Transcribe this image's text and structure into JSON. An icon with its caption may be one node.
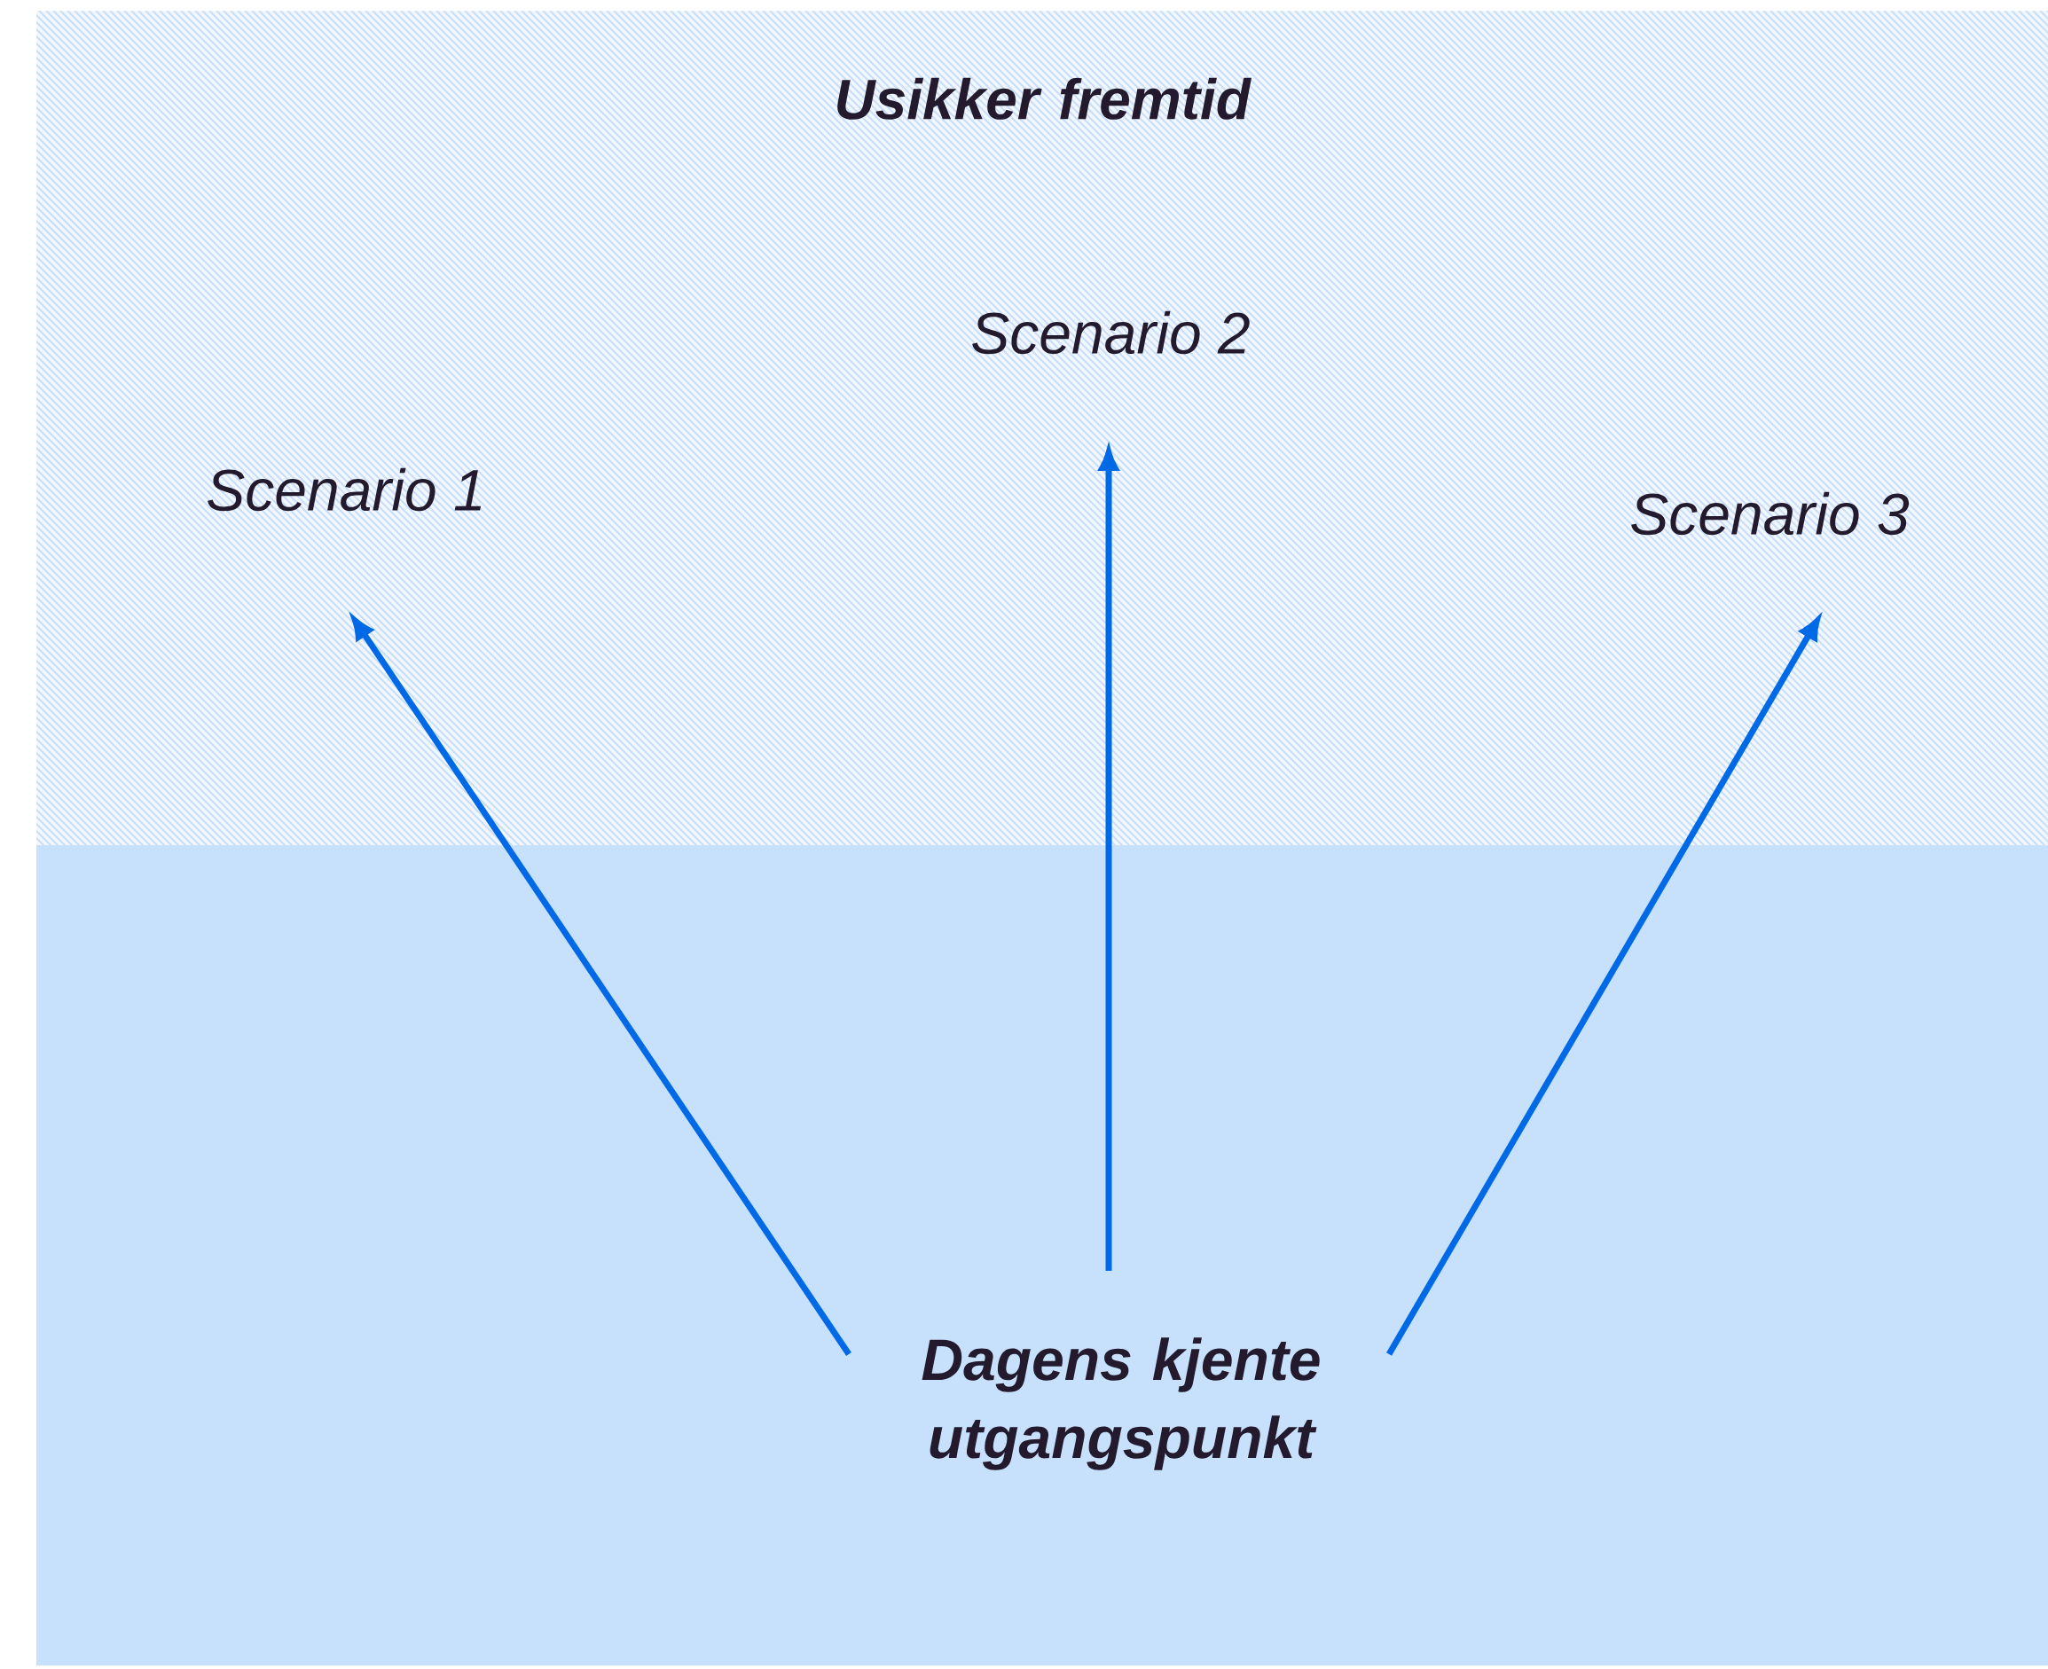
{
  "diagram": {
    "nodes": [
      {
        "text": [
          "Usikker fremtid"
        ]
      },
      {
        "text": [
          "Scenario 1"
        ],
        "in": 0
      },
      {
        "text": [
          "Scenario 2"
        ],
        "in": 0
      },
      {
        "text": [
          "Scenario 3"
        ],
        "in": 0
      },
      {
        "text": [
          "Dagens kjente utgangspunkt"
        ]
      }
    ],
    "edges": [
      {
        "from": 4,
        "to": 1,
        "arrow": "to"
      },
      {
        "from": 4,
        "to": 2,
        "arrow": "to"
      },
      {
        "from": 4,
        "to": 3,
        "arrow": "to"
      }
    ]
  }
}
